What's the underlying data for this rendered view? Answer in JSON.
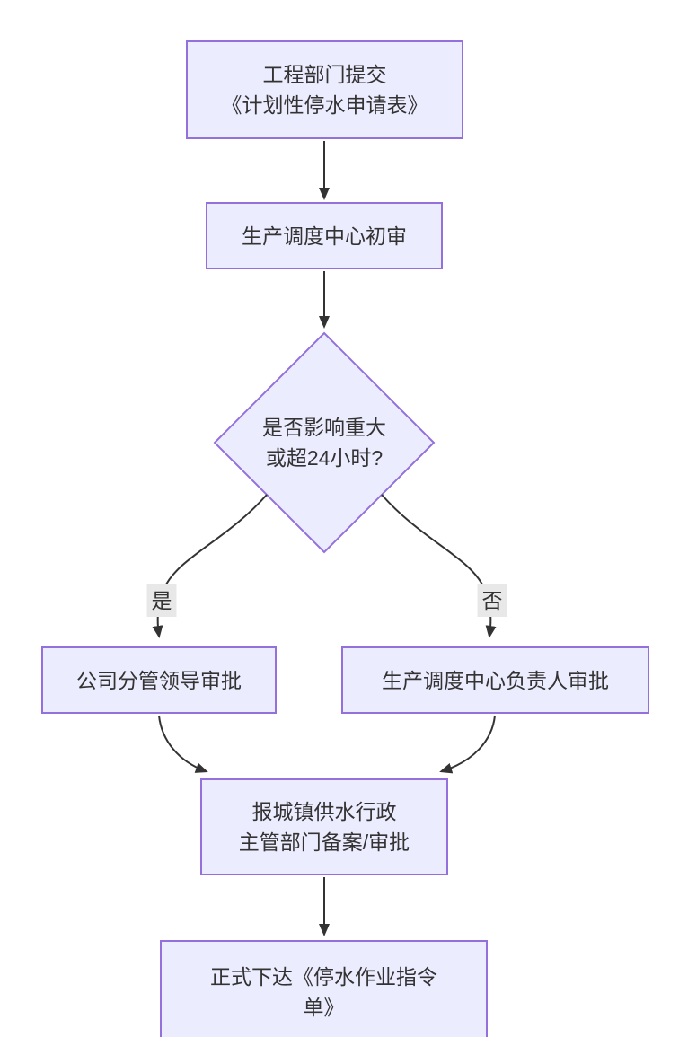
{
  "diagram": {
    "type": "flowchart",
    "colors": {
      "node_fill": "#ECECFF",
      "node_border": "#9370DB",
      "text": "#333333",
      "edge": "#333333",
      "edge_label_bg": "#e8e8e8",
      "background": "#ffffff"
    },
    "nodes": {
      "submit": {
        "lines": [
          "工程部门提交",
          "《计划性停水申请表》"
        ]
      },
      "initial_review": {
        "lines": [
          "生产调度中心初审"
        ]
      },
      "decision": {
        "lines": [
          "是否影响重大",
          "或超24小时?"
        ]
      },
      "leader_approval": {
        "lines": [
          "公司分管领导审批"
        ]
      },
      "dispatch_head_approval": {
        "lines": [
          "生产调度中心负责人审批"
        ]
      },
      "report_authority": {
        "lines": [
          "报城镇供水行政",
          "主管部门备案/审批"
        ]
      },
      "issue_order": {
        "lines": [
          "正式下达《停水作业指令",
          "单》"
        ]
      }
    },
    "edge_labels": {
      "yes": "是",
      "no": "否"
    }
  }
}
